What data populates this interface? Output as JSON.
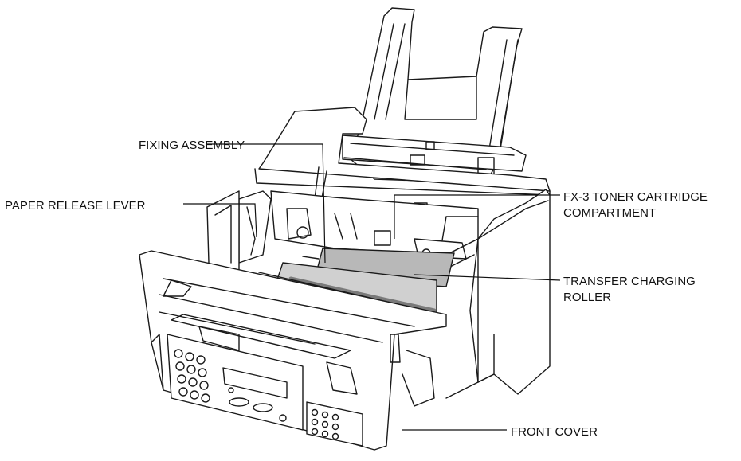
{
  "diagram": {
    "colors": {
      "line": "#1a1a1a",
      "background": "#ffffff",
      "roller_fill": "#b8b8b8",
      "roller_dark": "#7a7a7a"
    },
    "callouts": {
      "fixing_assembly": "FIXING ASSEMBLY",
      "paper_release_lever": "PAPER RELEASE LEVER",
      "toner_cartridge_line1": "FX-3 TONER CARTRIDGE",
      "toner_cartridge_line2": "COMPARTMENT",
      "transfer_roller_line1": "TRANSFER CHARGING",
      "transfer_roller_line2": "ROLLER",
      "front_cover": "FRONT COVER"
    }
  }
}
